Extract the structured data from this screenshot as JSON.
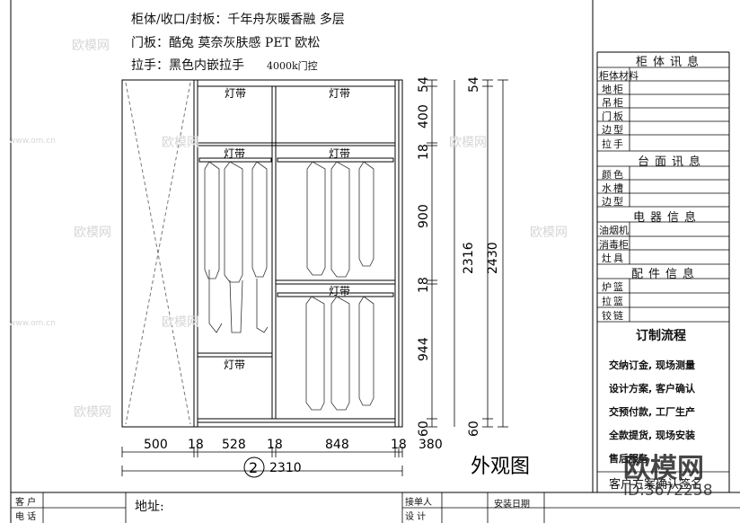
{
  "notes": {
    "cabinet": "柜体/收口/封板：千年舟灰暖香融 多层",
    "door": "门板：酷兔 莫奈灰肤感 PET 欧松",
    "handle": "拉手：黑色内嵌拉手",
    "light_control": "4000k门控"
  },
  "elevation": {
    "light_labels": [
      "灯带",
      "灯带",
      "灯带",
      "灯带",
      "灯带",
      "灯带"
    ],
    "right_dims": [
      "54",
      "400",
      "18",
      "900",
      "18",
      "944",
      "60"
    ],
    "outer_dims": [
      "54",
      "60"
    ],
    "inner_height": "2316",
    "total_height": "2430",
    "bottom_dims": [
      "500",
      "18",
      "528",
      "18",
      "848",
      "18",
      "380"
    ],
    "total_width": "2310",
    "sheet_no": "2",
    "view_title": "外观图"
  },
  "panel": {
    "sections": [
      {
        "title": "柜体讯息",
        "rows": [
          "柜体材料",
          "地柜",
          "吊柜",
          "门板",
          "边型",
          "拉手"
        ]
      },
      {
        "title": "台面讯息",
        "rows": [
          "颜色",
          "水槽",
          "边型"
        ]
      },
      {
        "title": "电器信息",
        "rows": [
          "油烟机",
          "消毒柜",
          "灶具"
        ]
      },
      {
        "title": "配件信息",
        "rows": [
          "炉篮",
          "拉篮",
          "铰链"
        ]
      }
    ],
    "process_title": "订制流程",
    "process_steps": [
      "交纳订金, 现场测量",
      "设计方案, 客户确认",
      "交预付款, 工厂生产",
      "全款提货, 现场安装",
      "售后服务"
    ],
    "signature": "客户方案确认签名"
  },
  "footer": {
    "customer": "客 户",
    "phone": "电 话",
    "address": "地址:",
    "receiver": "接单人",
    "designer": "设 计",
    "install_date": "安装日期"
  },
  "watermark": {
    "brand": "欧模网",
    "id": "ID:3672258",
    "small": "www.om.cn"
  }
}
